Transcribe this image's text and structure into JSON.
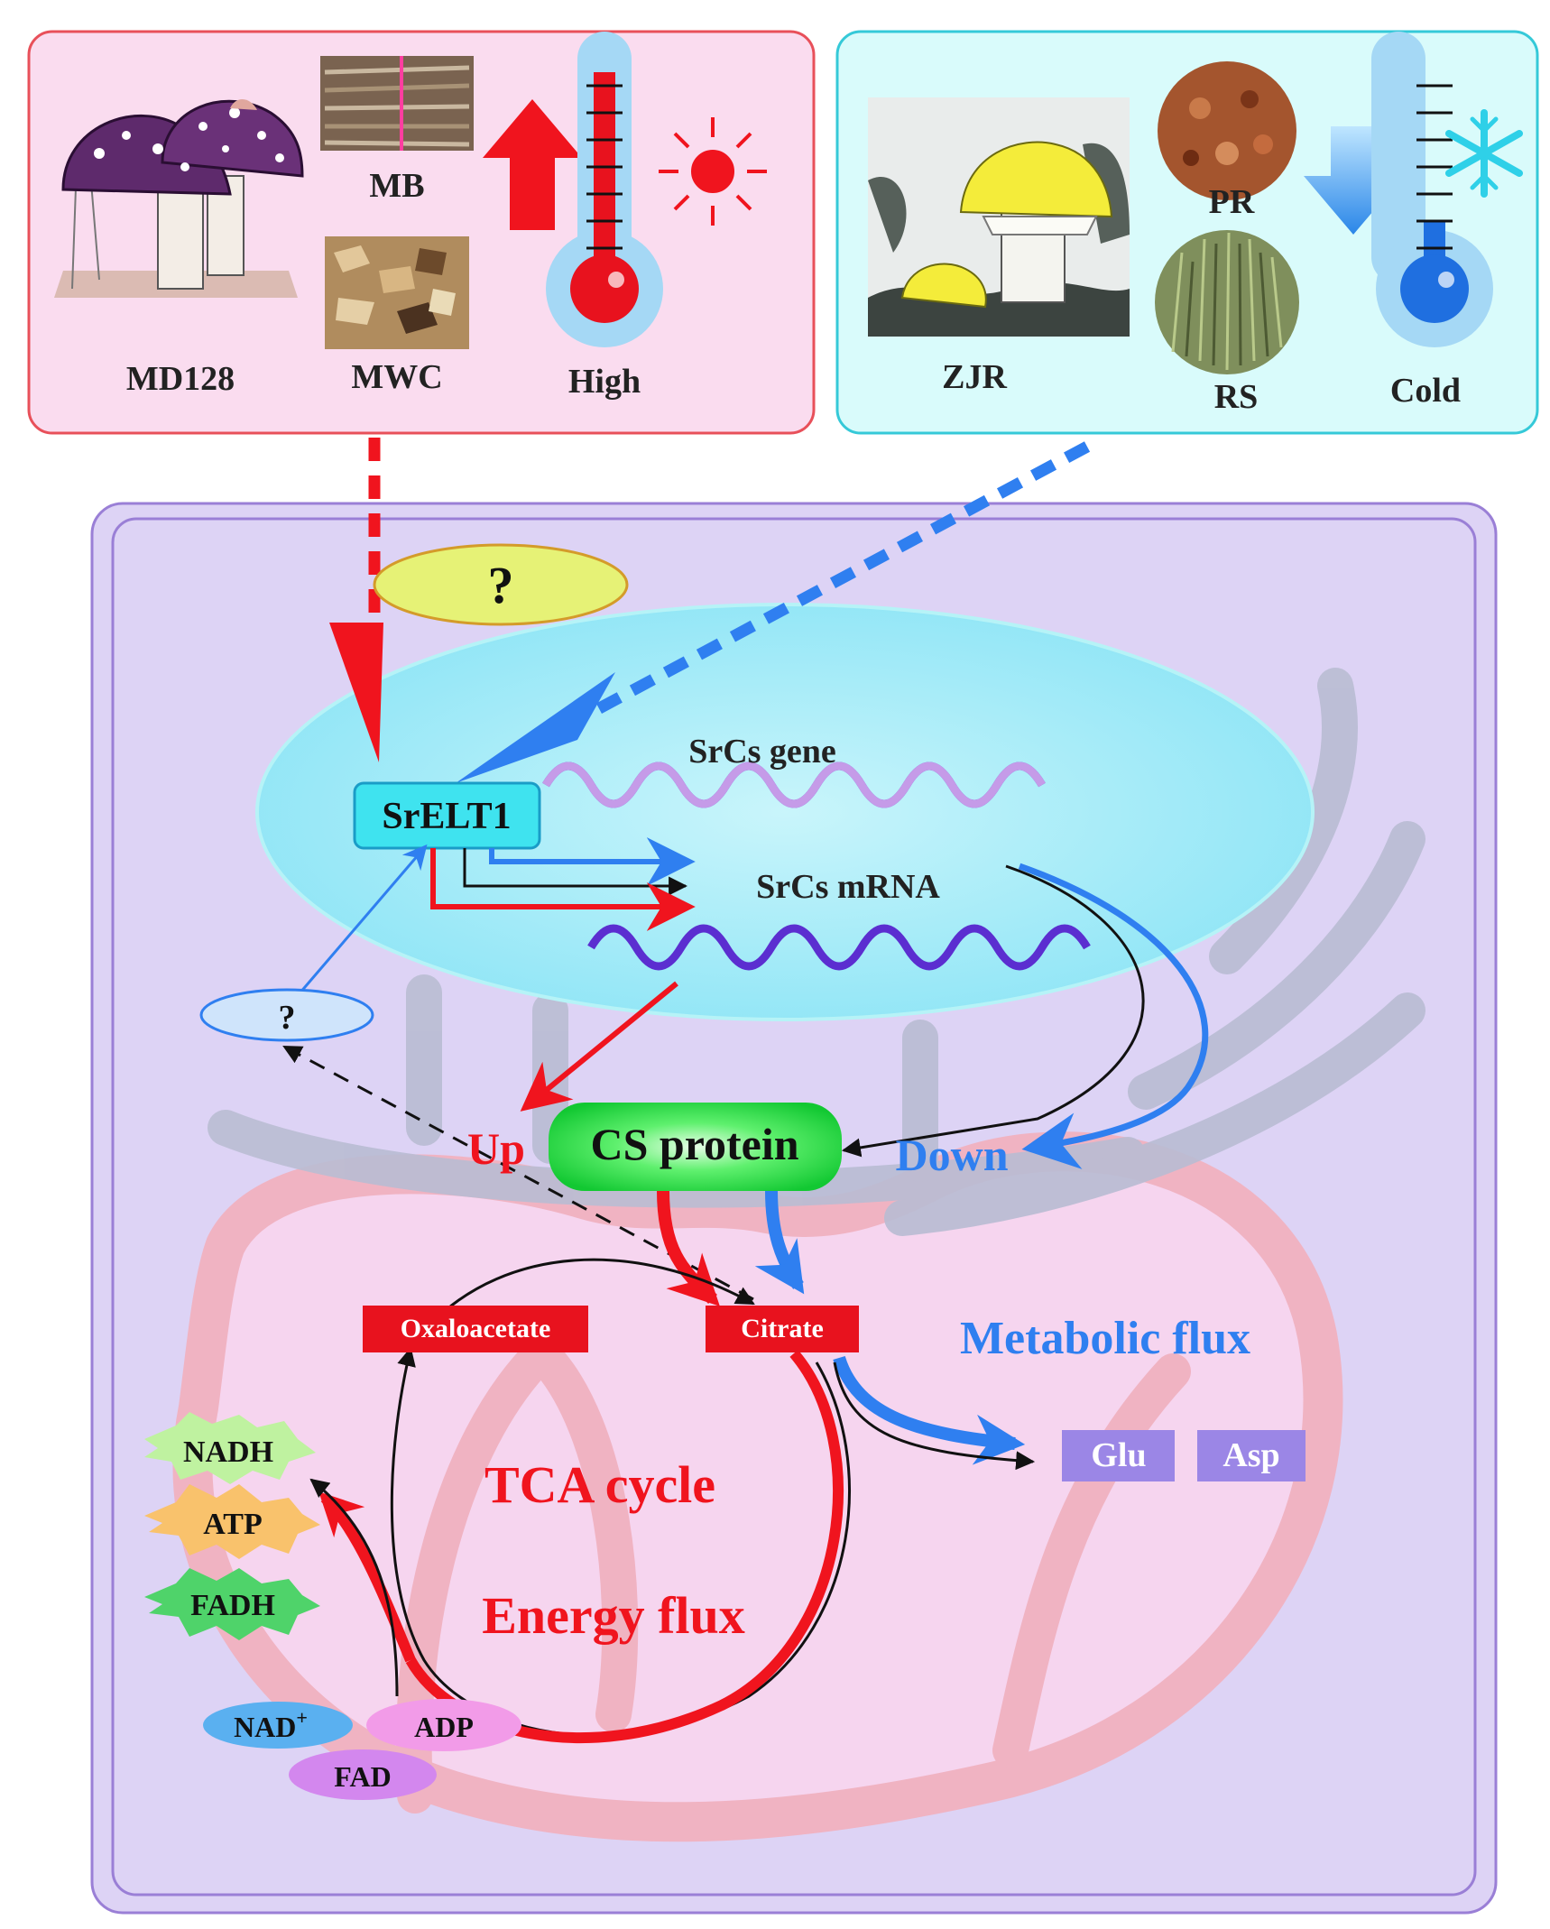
{
  "conditions": {
    "warm": {
      "strain": "MD128",
      "substrate_1": "MB",
      "substrate_2": "MWC",
      "temperature": "High"
    },
    "cold": {
      "strain": "ZJR",
      "substrate_1": "PR",
      "substrate_2": "RS",
      "temperature": "Cold"
    }
  },
  "nucleus": {
    "unknown_factor": "?",
    "transcription_factor": "SrELT1",
    "gene": "SrCs gene",
    "mrna": "SrCs mRNA"
  },
  "feedback": {
    "unknown_regulator": "?"
  },
  "protein": {
    "label": "CS protein",
    "up": "Up",
    "down": "Down"
  },
  "metabolism": {
    "oxaloacetate": "Oxaloacetate",
    "citrate": "Citrate",
    "metabolic_flux": "Metabolic flux",
    "tca_cycle": "TCA cycle",
    "energy_flux": "Energy flux",
    "products": [
      "Glu",
      "Asp"
    ],
    "energy_products": [
      "NADH",
      "ATP",
      "FADH"
    ],
    "cofactor_nad": "NAD",
    "cofactor_nad_sup": "+",
    "cofactor_adp": "ADP",
    "cofactor_fad": "FAD"
  },
  "colors": {
    "warm_panel": "#fadcef",
    "warm_border": "#e8505a",
    "cold_panel": "#d9fbfb",
    "cold_border": "#35c9d8",
    "cell": "#ddd3f5",
    "cell_border": "#9a7fd6",
    "nucleus": "#a9eef8",
    "up_red": "#f0141e",
    "down_blue": "#2f7ff0",
    "box_red": "#e8121e",
    "product_purple": "#9b86e6",
    "cs_green": "#1ed84a"
  }
}
